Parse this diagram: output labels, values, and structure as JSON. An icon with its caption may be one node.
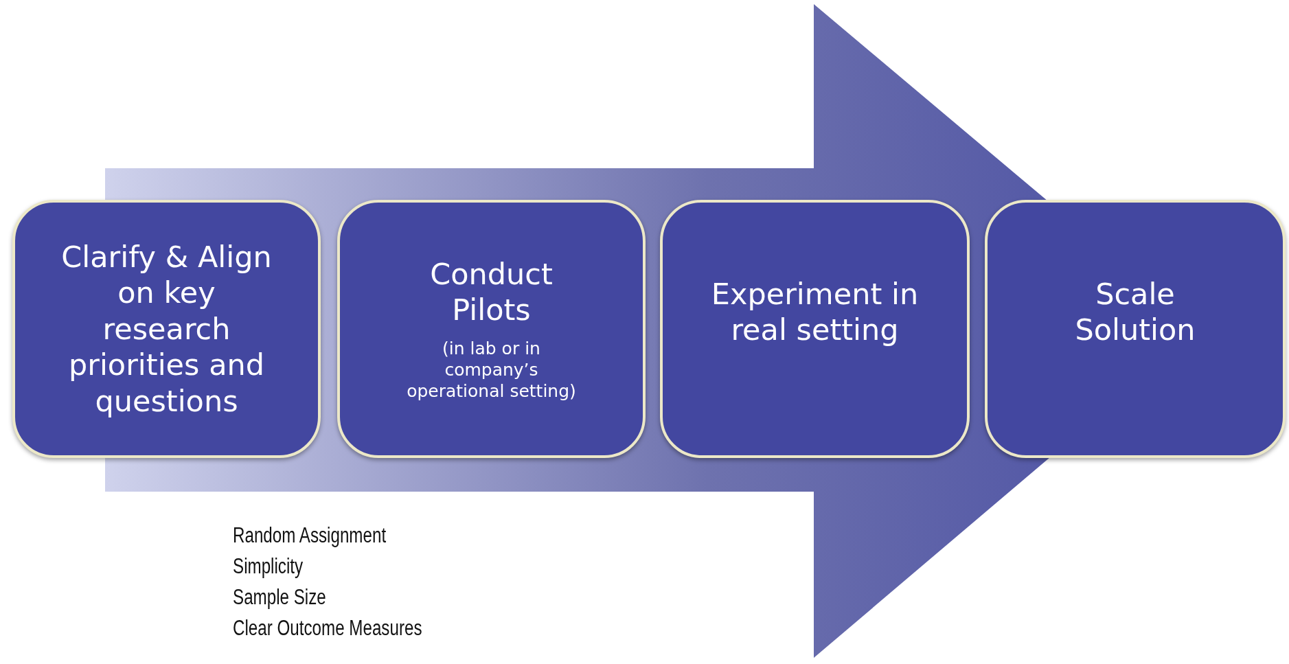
{
  "diagram": {
    "nodes": [
      {
        "text": [
          "Clarify & Align on key research priorities and questions"
        ]
      },
      {
        "text": [
          "Conduct Pilots",
          "(in lab or in company’s operational setting)"
        ]
      },
      {
        "text": [
          "Experiment in real setting"
        ]
      },
      {
        "text": [
          "Scale Solution"
        ]
      }
    ],
    "edges": [
      {
        "from": 0,
        "to": 3,
        "arrow": "to"
      }
    ],
    "labels": [
      "Random Assignment",
      "Simplicity",
      "Sample Size",
      "Clear Outcome Measures"
    ]
  }
}
